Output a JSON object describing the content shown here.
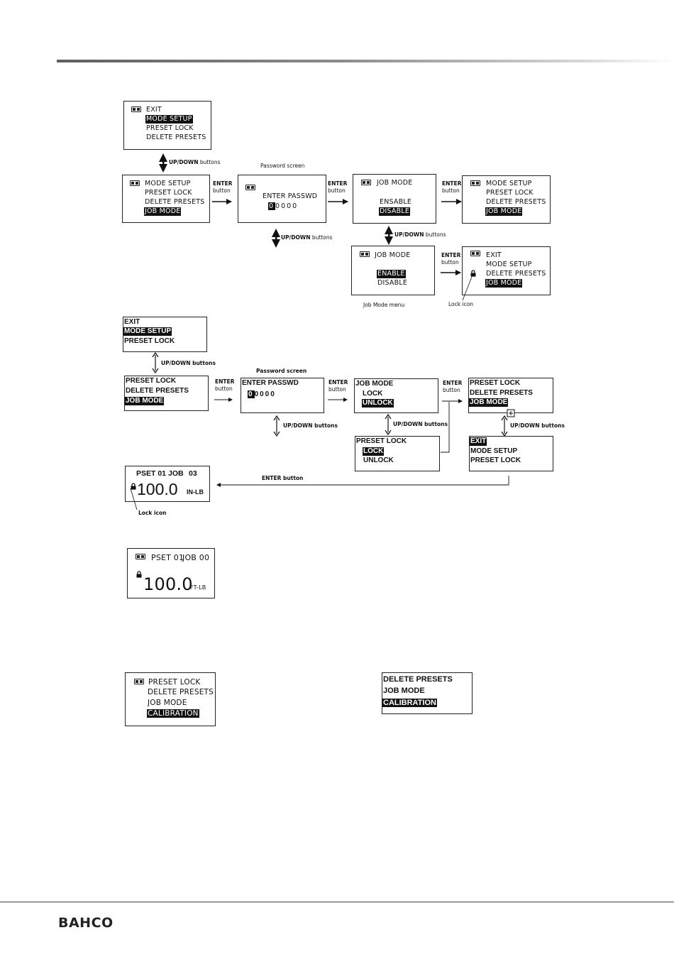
{
  "header": {
    "brand": "BAHCO"
  },
  "labels": {
    "updown": "UP/DOWN",
    "buttons": " buttons",
    "enter": "ENTER",
    "button": "button",
    "updown_buttons": "UP/DOWN buttons",
    "enter_button": "ENTER button",
    "password_screen": "Password screen",
    "job_mode_menu": "Job Mode menu",
    "lock_icon": "Lock icon"
  },
  "menu": {
    "exit": "EXIT",
    "mode_setup": "MODE SETUP",
    "preset_lock": "PRESET LOCK",
    "delete_presets": "DELETE PRESETS",
    "job_mode": "JOB MODE",
    "enter_passwd": "ENTER PASSWD",
    "passwd_first": "0",
    "passwd_rest": "0000",
    "ensable": "ENSABLE",
    "enable": "ENABLE",
    "disable": "DISABLE",
    "lock": "LOCK",
    "unlock": "UNLOCK",
    "calibration": "CALIBRATION"
  },
  "display_a": {
    "pset": "PSET 01",
    "job": "JOB",
    "job_no": "03",
    "value": "100.0",
    "unit": "IN-LB"
  },
  "display_b": {
    "pset": "PSET 01",
    "job": "JOB 00",
    "value": "100.0",
    "unit": "FT-LB"
  },
  "icons": [
    "battery-icon",
    "lock-icon",
    "arrow-right-icon",
    "double-arrow-icon",
    "plus-box-icon"
  ]
}
